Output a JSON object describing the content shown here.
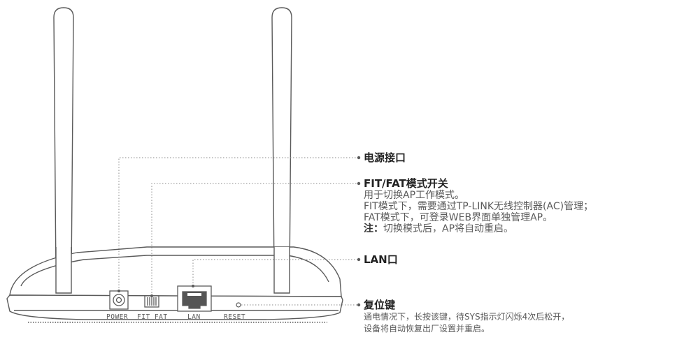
{
  "ports": {
    "power": "POWER",
    "fit_fat": "FIT FAT",
    "lan": "LAN",
    "reset": "RESET"
  },
  "callouts": {
    "power": {
      "title": "电源接口"
    },
    "fit_fat": {
      "title": "FIT/FAT模式开关",
      "lines": [
        "用于切换AP工作模式。",
        "FIT模式下，需要通过TP-LINK无线控制器(AC)管理；",
        "FAT模式下，可登录WEB界面单独管理AP。"
      ],
      "note_label": "注：",
      "note_text": "切换模式后，AP将自动重启。"
    },
    "lan": {
      "title": "LAN口"
    },
    "reset": {
      "title": "复位键",
      "lines": [
        "通电情况下，长按该键，待SYS指示灯闪烁4次后松开，",
        "设备将自动恢复出厂设置并重启。"
      ]
    }
  },
  "colors": {
    "outline": "#5a5a5a",
    "leader": "#8a8a8a"
  }
}
